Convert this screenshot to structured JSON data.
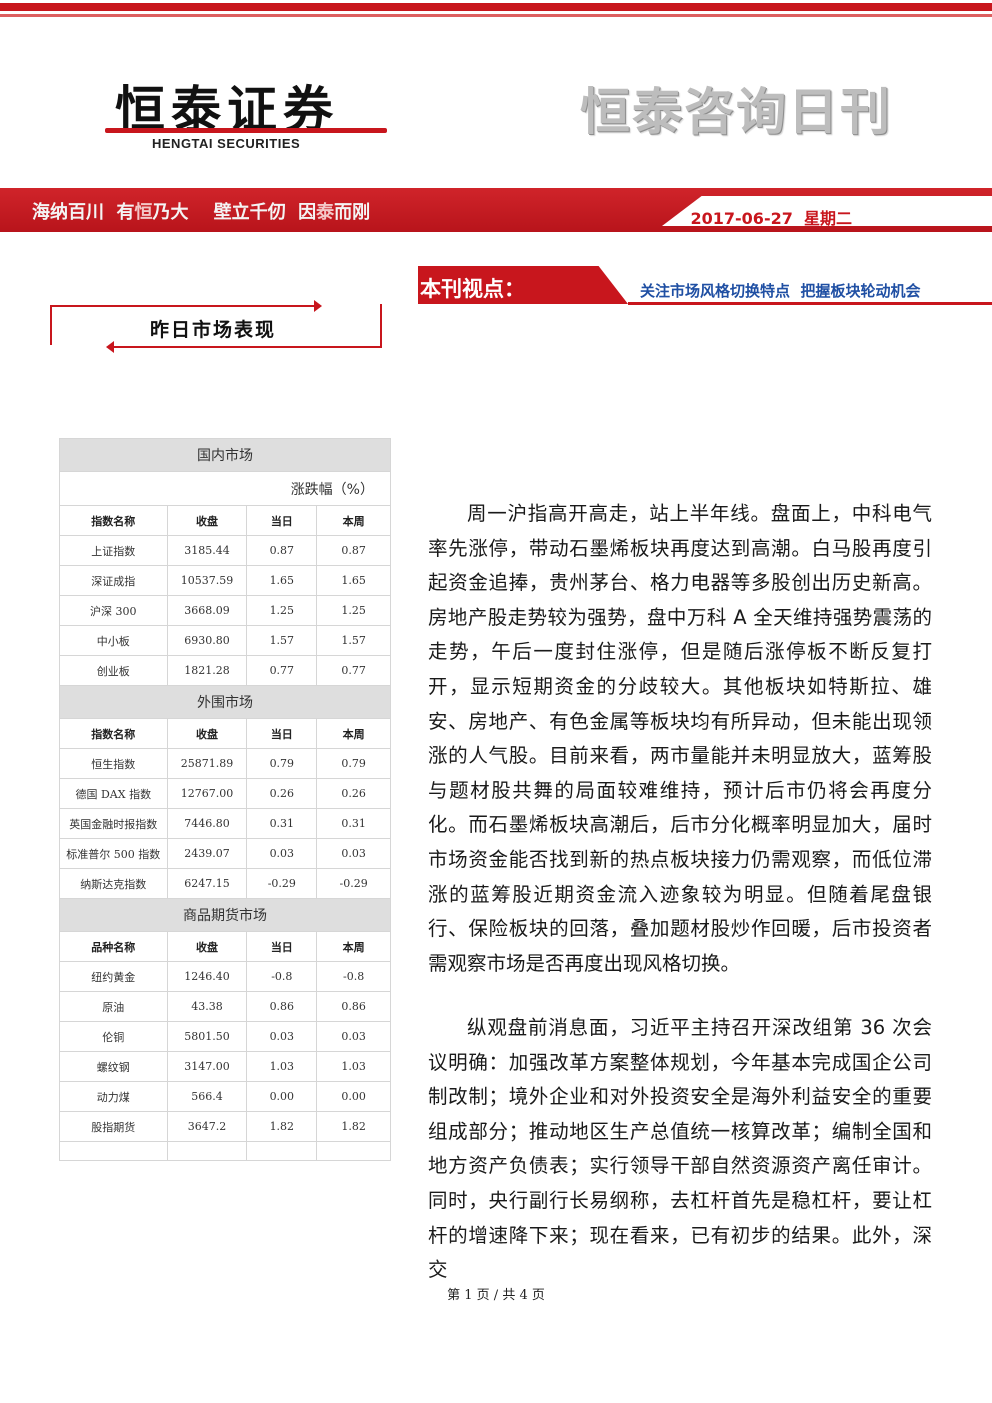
{
  "header": {
    "logo_cn": "恒泰证券",
    "logo_en": "HENGTAI SECURITIES",
    "report_title": "恒泰咨询日刊"
  },
  "banner": {
    "slogan_parts": [
      "海纳百川  有",
      "恒",
      "乃大    壁立千仞  因",
      "泰",
      "而刚"
    ],
    "date": "2017-06-27  星期二"
  },
  "viewpoint": {
    "label": "本刊视点：",
    "text": "关注市场风格切换特点  把握板块轮动机会"
  },
  "section_title": "昨日市场表现",
  "market_table": {
    "unit_label": "涨跌幅（%）",
    "domestic": {
      "title": "国内市场",
      "headers": [
        "指数名称",
        "收盘",
        "当日",
        "本周"
      ],
      "rows": [
        [
          "上证指数",
          "3185.44",
          "0.87",
          "0.87"
        ],
        [
          "深证成指",
          "10537.59",
          "1.65",
          "1.65"
        ],
        [
          "沪深 300",
          "3668.09",
          "1.25",
          "1.25"
        ],
        [
          "中小板",
          "6930.80",
          "1.57",
          "1.57"
        ],
        [
          "创业板",
          "1821.28",
          "0.77",
          "0.77"
        ]
      ]
    },
    "foreign": {
      "title": "外围市场",
      "headers": [
        "指数名称",
        "收盘",
        "当日",
        "本周"
      ],
      "rows": [
        [
          "恒生指数",
          "25871.89",
          "0.79",
          "0.79"
        ],
        [
          "德国 DAX 指数",
          "12767.00",
          "0.26",
          "0.26"
        ],
        [
          "英国金融时报指数",
          "7446.80",
          "0.31",
          "0.31"
        ],
        [
          "标准普尔 500 指数",
          "2439.07",
          "0.03",
          "0.03"
        ],
        [
          "纳斯达克指数",
          "6247.15",
          "-0.29",
          "-0.29"
        ]
      ]
    },
    "futures": {
      "title": "商品期货市场",
      "headers": [
        "品种名称",
        "收盘",
        "当日",
        "本周"
      ],
      "rows": [
        [
          "纽约黄金",
          "1246.40",
          "-0.8",
          "-0.8"
        ],
        [
          "原油",
          "43.38",
          "0.86",
          "0.86"
        ],
        [
          "伦铜",
          "5801.50",
          "0.03",
          "0.03"
        ],
        [
          "螺纹钢",
          "3147.00",
          "1.03",
          "1.03"
        ],
        [
          "动力煤",
          "566.4",
          "0.00",
          "0.00"
        ],
        [
          "股指期货",
          "3647.2",
          "1.82",
          "1.82"
        ]
      ]
    }
  },
  "body": {
    "para1": "周一沪指高开高走，站上半年线。盘面上，中科电气率先涨停，带动石墨烯板块再度达到高潮。白马股再度引起资金追捧，贵州茅台、格力电器等多股创出历史新高。房地产股走势较为强势，盘中万科 A 全天维持强势震荡的走势，午后一度封住涨停，但是随后涨停板不断反复打开，显示短期资金的分歧较大。其他板块如特斯拉、雄安、房地产、有色金属等板块均有所异动，但未能出现领涨的人气股。目前来看，两市量能并未明显放大，蓝筹股与题材股共舞的局面较难维持，预计后市仍将会再度分化。而石墨烯板块高潮后，后市分化概率明显加大，届时市场资金能否找到新的热点板块接力仍需观察，而低位滞涨的蓝筹股近期资金流入迹象较为明显。但随着尾盘银行、保险板块的回落，叠加题材股炒作回暖，后市投资者需观察市场是否再度出现风格切换。",
    "para2": "纵观盘前消息面，习近平主持召开深改组第 36 次会议明确：加强改革方案整体规划，今年基本完成国企公司制改制；境外企业和对外投资安全是海外利益安全的重要组成部分；推动地区生产总值统一核算改革；编制全国和地方资产负债表；实行领导干部自然资源资产离任审计。同时，央行副行长易纲称，去杠杆首先是稳杠杆，要让杠杆的增速降下来；现在看来，已有初步的结果。此外，深交"
  },
  "footer": "第 1 页 / 共 4 页",
  "colors": {
    "brand_red": "#c8161d",
    "link_blue": "#1f4fa3",
    "table_section_bg": "#dedede"
  }
}
